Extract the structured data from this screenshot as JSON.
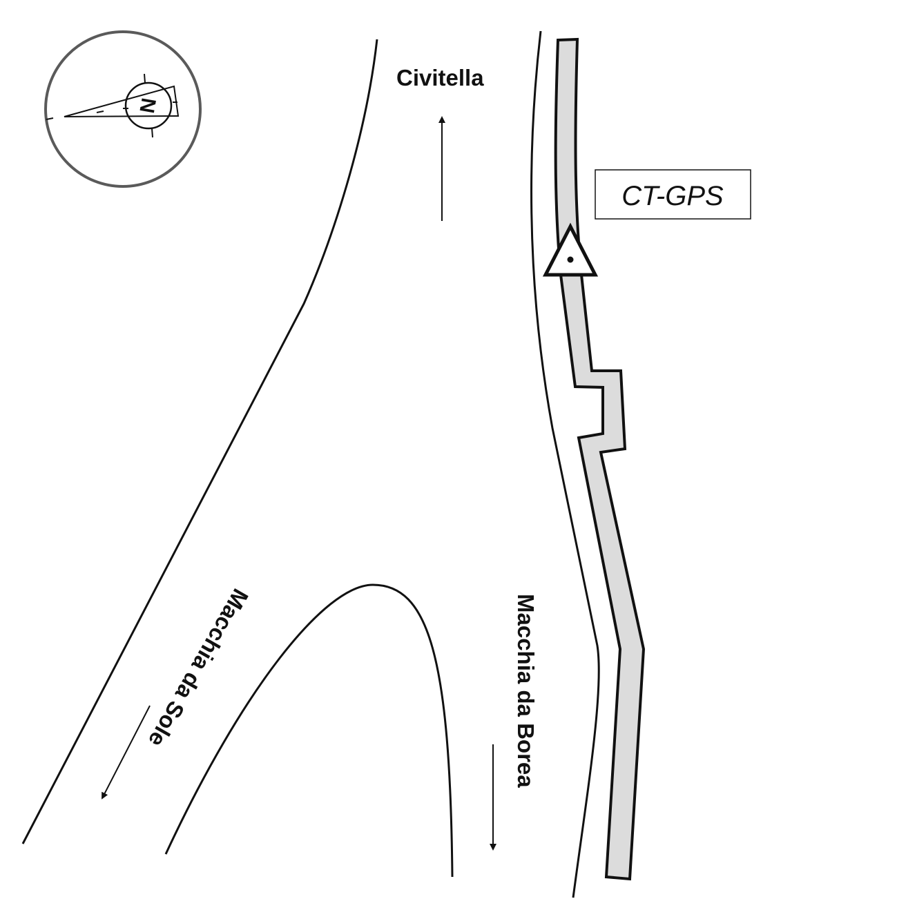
{
  "compass": {
    "north_label": "N"
  },
  "labels": {
    "civitella": "Civitella",
    "macchia_sole": "Macchia da Sole",
    "macchia_borea": "Macchia da Borea",
    "station": "CT-GPS"
  },
  "colors": {
    "strip_fill": "#dcdcdc",
    "line": "#111111",
    "compass_ring": "#5a5a5a"
  }
}
